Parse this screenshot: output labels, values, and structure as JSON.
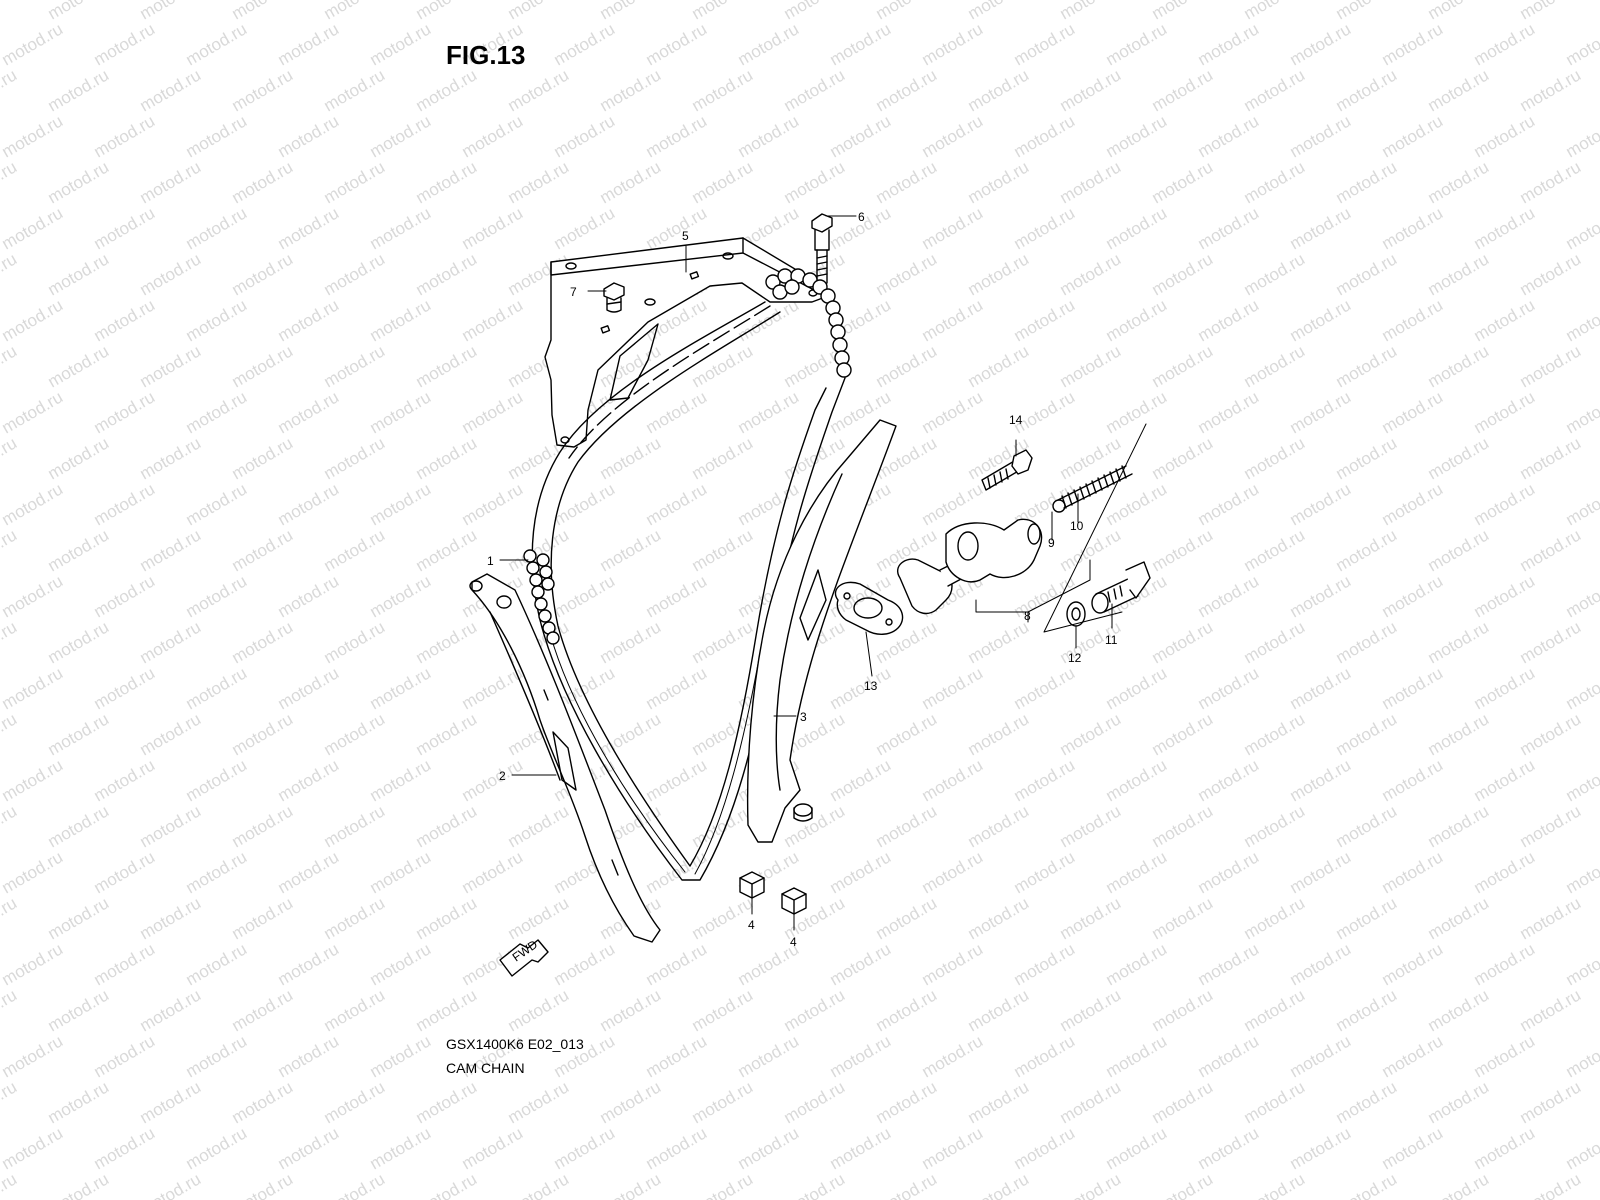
{
  "figure": {
    "title": "FIG.13",
    "code": "GSX1400K6 E02_013",
    "name": "CAM CHAIN"
  },
  "watermark": {
    "text": "motod.ru",
    "color": "#d9d9d9"
  },
  "fwd_label": "FWD",
  "callouts": [
    "1",
    "2",
    "3",
    "4",
    "4",
    "5",
    "6",
    "7",
    "8",
    "9",
    "10",
    "11",
    "12",
    "13",
    "14"
  ],
  "colors": {
    "line": "#000000",
    "background": "#ffffff"
  }
}
